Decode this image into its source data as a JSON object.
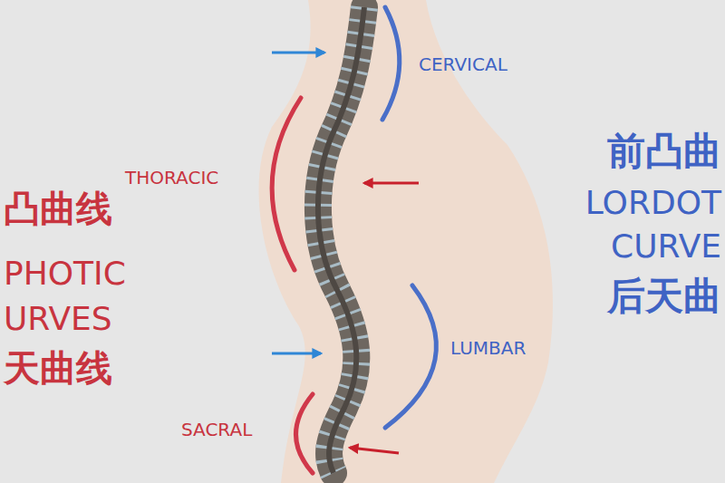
{
  "diagram": {
    "labels": [
      "CERVICAL",
      "THORACIC",
      "LUMBAR",
      "SACRAL",
      "凸曲线",
      "PHOTIC",
      "URVES",
      "天曲线",
      "前凸曲",
      "LORDOT",
      "CURVE",
      "后天曲"
    ]
  }
}
